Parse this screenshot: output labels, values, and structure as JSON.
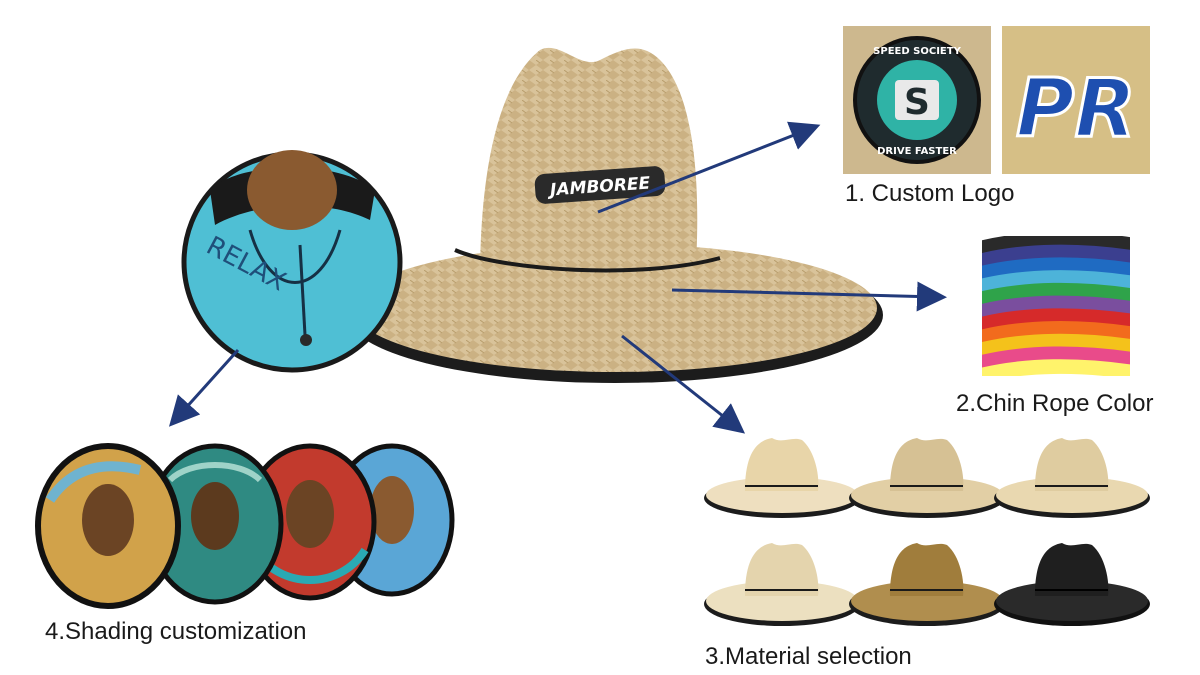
{
  "main_hat": {
    "badge_text": "JAMBOREE"
  },
  "callouts": {
    "custom_logo": {
      "caption": "1. Custom Logo",
      "patch_round_top": "SPEED SOCIETY",
      "patch_round_letter": "S",
      "patch_round_bottom": "DRIVE FASTER",
      "patch_letters": "PR"
    },
    "chin_rope": {
      "caption": "2.Chin Rope Color",
      "swatches": [
        "#2a2a2a",
        "#3b3f8f",
        "#1f6bc2",
        "#4db3d9",
        "#2fa34a",
        "#7a4e9e",
        "#d62a2a",
        "#f26b1d",
        "#f4c21b",
        "#e94b8a",
        "#fff36b"
      ]
    },
    "material": {
      "caption": "3.Material selection"
    },
    "shading": {
      "caption": "4.Shading customization",
      "lining_text": "RELAX"
    }
  },
  "colors": {
    "arrow": "#223a7a",
    "straw": "#d8c39a",
    "brim_trim": "#1c1c1c"
  }
}
